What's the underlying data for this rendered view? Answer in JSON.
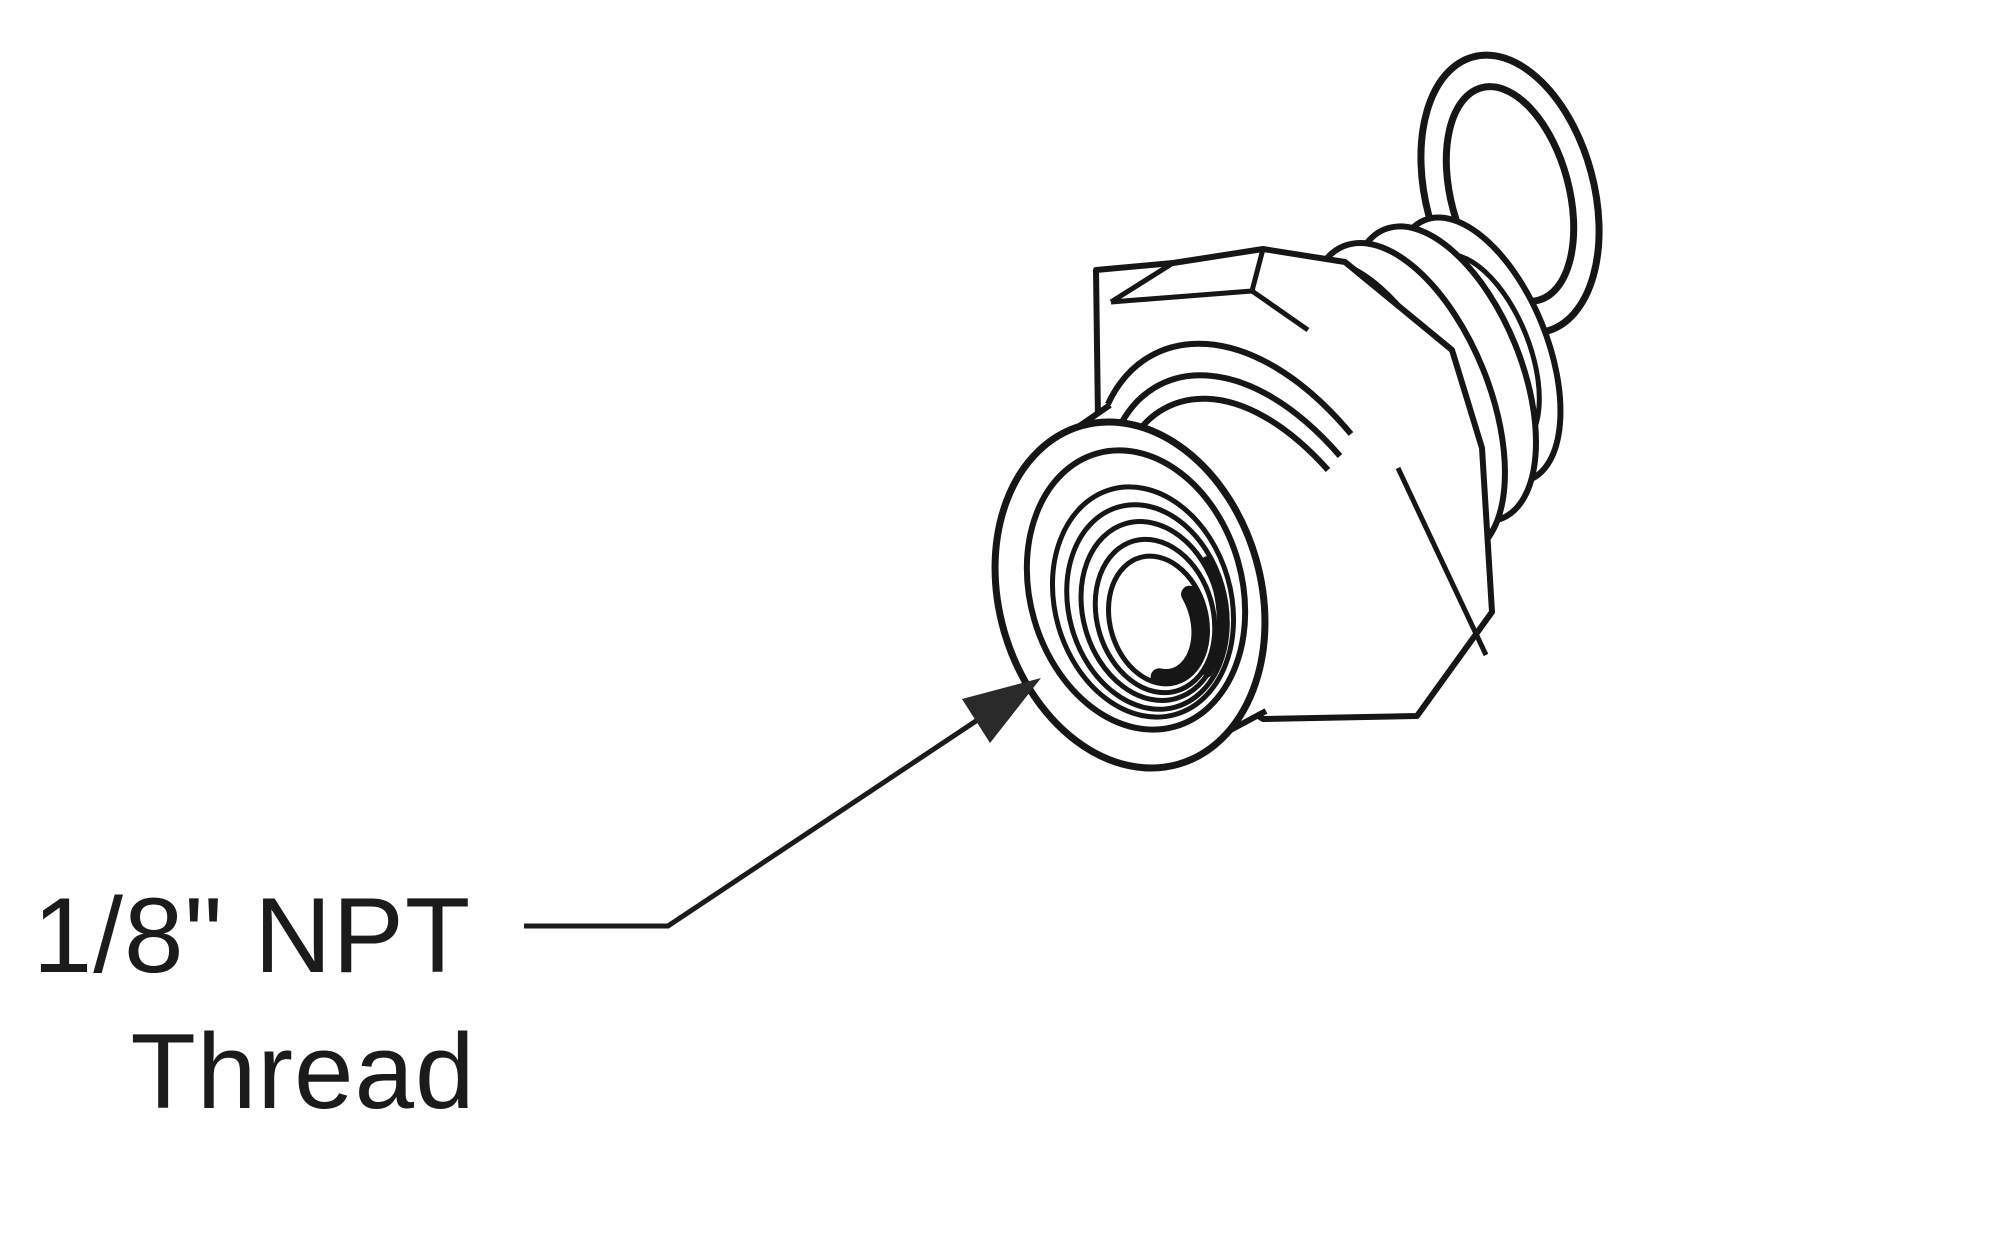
{
  "page": {
    "background_color": "#ffffff",
    "line_color": "#1a1a1a",
    "type": "technical-line-illustration"
  },
  "diagram": {
    "subject": "Threaded pipe fitting adapter with O-ring seal",
    "parts": {
      "fitting": "hex-body adapter with female threaded opening and male threaded end",
      "o_ring": "O-ring seal shown above the male threaded end"
    },
    "callout": {
      "line1": "1/8\" NPT",
      "line2": "Thread"
    }
  }
}
